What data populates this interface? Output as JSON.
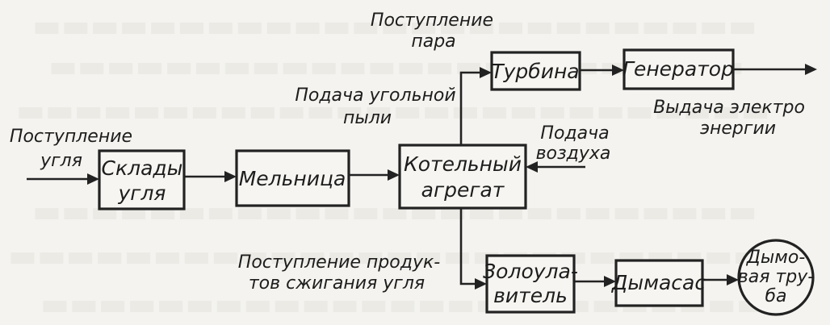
{
  "diagram": {
    "nodes": {
      "coal_storage": [
        "Склады",
        "угля"
      ],
      "mill": [
        "Мельница"
      ],
      "boiler": [
        "Котельный",
        "агрегат"
      ],
      "turbine": [
        "Турбина"
      ],
      "generator": [
        "Генератор"
      ],
      "ash_catcher": [
        "Золоула-",
        "витель"
      ],
      "smoke_exhauster": [
        "Дымасас"
      ],
      "chimney": [
        "Дымо-",
        "вая тру-",
        "ба"
      ]
    },
    "labels": {
      "coal_input": [
        "Поступление",
        "угля"
      ],
      "steam_input": [
        "Поступление",
        "пара"
      ],
      "coal_dust": [
        "Подача угольной",
        "пыли"
      ],
      "electricity_output": [
        "Выдача электро",
        "энергии"
      ],
      "air_supply": [
        "Подача",
        "воздуха"
      ],
      "combustion_products": [
        "Поступление продук-",
        "тов сжигания угля"
      ]
    },
    "edges": [
      [
        "coal_input",
        "coal_storage"
      ],
      [
        "coal_storage",
        "mill"
      ],
      [
        "mill",
        "boiler"
      ],
      [
        "boiler",
        "turbine"
      ],
      [
        "turbine",
        "generator"
      ],
      [
        "generator",
        "electricity_output"
      ],
      [
        "air_supply",
        "boiler"
      ],
      [
        "boiler",
        "ash_catcher"
      ],
      [
        "ash_catcher",
        "smoke_exhauster"
      ],
      [
        "smoke_exhauster",
        "chimney"
      ]
    ]
  }
}
